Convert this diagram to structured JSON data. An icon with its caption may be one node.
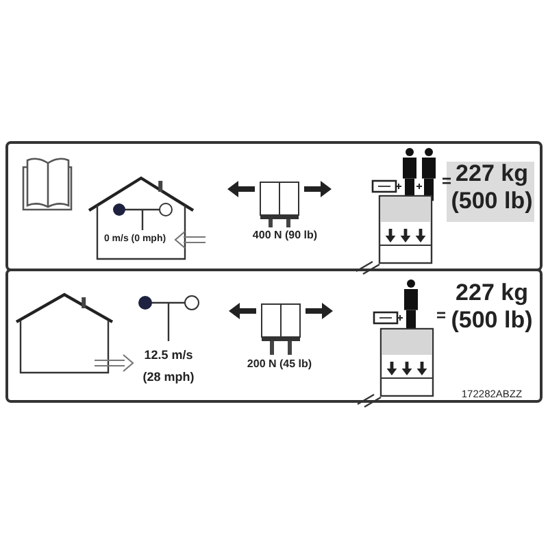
{
  "diagram": {
    "labels": [
      "0 m/s (0 mph)",
      "400 N (90 lb)",
      "=",
      "227 kg (500 lb)",
      "12.5 m/s (28 mph)",
      "200 N (45 lb)",
      "=",
      "227 kg (500 lb)",
      "172282ABZZ"
    ]
  }
}
